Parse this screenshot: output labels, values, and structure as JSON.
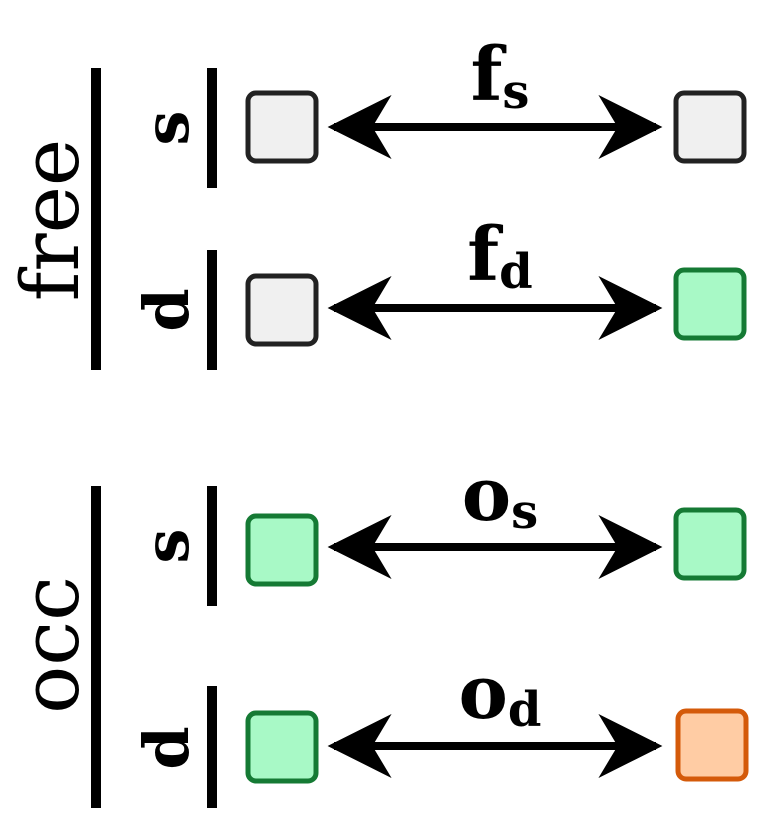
{
  "groups": [
    {
      "label": "free",
      "rows": [
        {
          "sub": "s",
          "arrow_main": "f",
          "arrow_sub": "s",
          "left_state": "empty",
          "right_state": "empty"
        },
        {
          "sub": "d",
          "arrow_main": "f",
          "arrow_sub": "d",
          "left_state": "empty",
          "right_state": "occupied"
        }
      ]
    },
    {
      "label": "occ",
      "rows": [
        {
          "sub": "s",
          "arrow_main": "o",
          "arrow_sub": "s",
          "left_state": "occupied",
          "right_state": "occupied"
        },
        {
          "sub": "d",
          "arrow_main": "o",
          "arrow_sub": "d",
          "left_state": "occupied",
          "right_state": "different"
        }
      ]
    }
  ],
  "colors": {
    "empty_fill": "#f0f0f0",
    "empty_stroke": "#222222",
    "occupied_fill": "#a8f9c6",
    "occupied_stroke": "#157a34",
    "different_fill": "#ffcca4",
    "different_stroke": "#d45a0a",
    "line": "#000000"
  }
}
